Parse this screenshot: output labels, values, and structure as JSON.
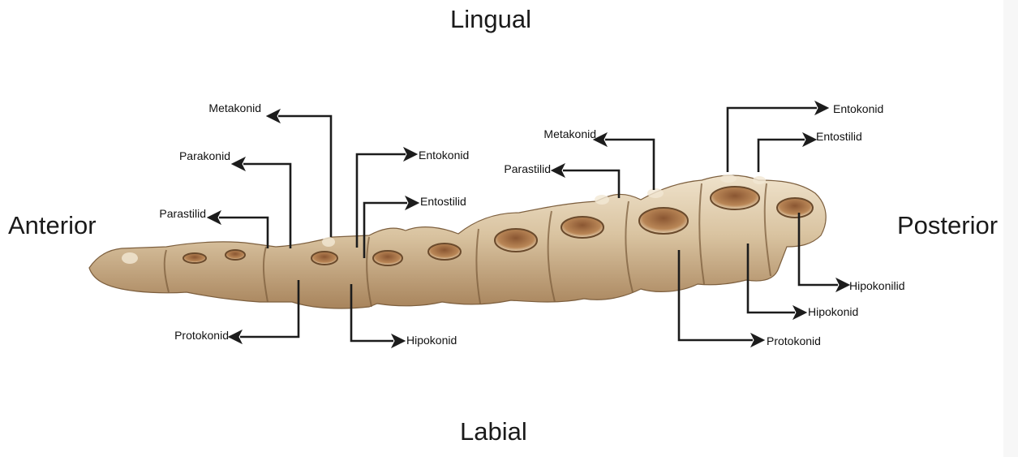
{
  "directions": {
    "top": "Lingual",
    "bottom": "Labial",
    "left": "Anterior",
    "right": "Posterior"
  },
  "labels": {
    "metakonid_1": "Metakonid",
    "parakonid": "Parakonid",
    "parastilid_1": "Parastilid",
    "protokonid_1": "Protokonid",
    "entokonid_1": "Entokonid",
    "entostilid_1": "Entostilid",
    "hipokonid_1": "Hipokonid",
    "metakonid_2": "Metakonid",
    "parastilid_2": "Parastilid",
    "entokonid_2": "Entokonid",
    "entostilid_2": "Entostilid",
    "hipokonilid": "Hipokonilid",
    "hipokonid_2": "Hipokonid",
    "protokonid_2": "Protokonid"
  },
  "colors": {
    "arrow": "#1c1c1c",
    "bone_light": "#e6d6bc",
    "bone_mid": "#cdb48f",
    "bone_dark": "#8f6f4a",
    "wear_surface": "#b07a4e"
  }
}
